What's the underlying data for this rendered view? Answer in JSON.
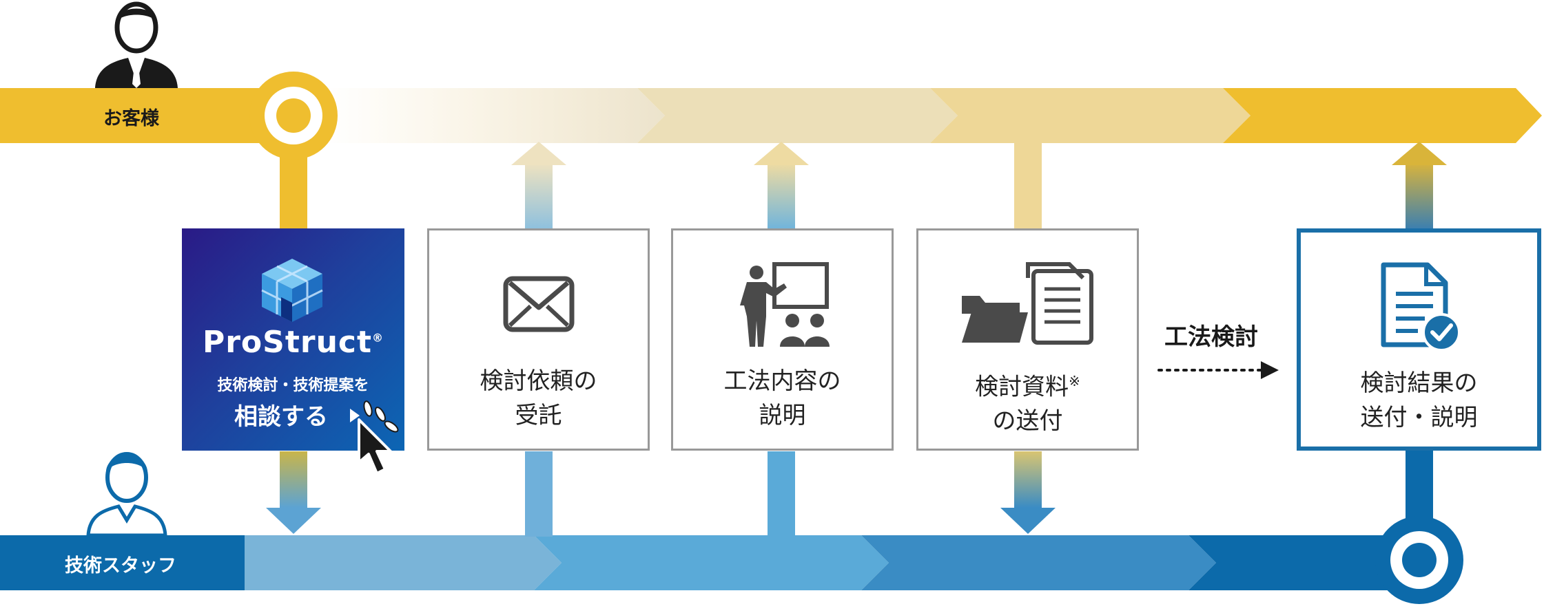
{
  "lanes": {
    "customer": {
      "label": "お客様",
      "color": "#efbe2f"
    },
    "staff": {
      "label": "技術スタッフ",
      "color": "#0c6aaa"
    }
  },
  "start_box": {
    "brand": "ProStruct",
    "tagline": "技術検討・技術提案を",
    "cta": "相談する"
  },
  "steps": [
    {
      "line1": "検討依頼の",
      "line2": "受託",
      "icon": "envelope-icon"
    },
    {
      "line1": "工法内容の",
      "line2": "説明",
      "icon": "presenter-icon"
    },
    {
      "line1": "検討資料",
      "note": "※",
      "line2": "の送付",
      "icon": "folder-documents-icon"
    },
    {
      "line1": "検討結果の",
      "line2": "送付・説明",
      "icon": "document-check-icon"
    }
  ],
  "review": {
    "label": "工法検討"
  },
  "colors": {
    "customer_gold": "#efbe2f",
    "staff_blue": "#0c6aaa",
    "light_blue": "#5aaad8",
    "border_gray": "#999999",
    "final_border": "#1a6fa8"
  }
}
